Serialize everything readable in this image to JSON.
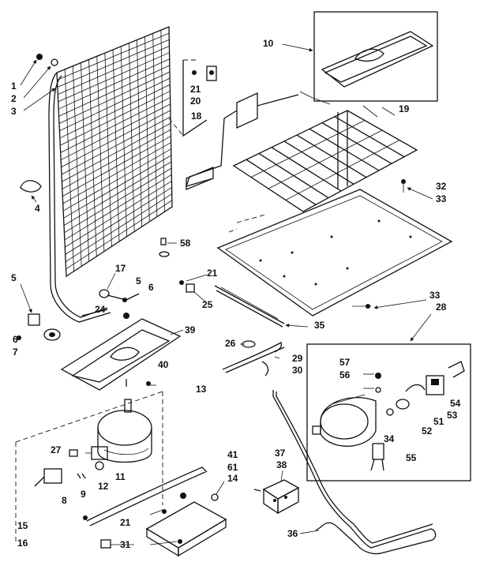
{
  "diagram": {
    "callouts": [
      {
        "key": "c1",
        "label": "1"
      },
      {
        "key": "c2",
        "label": "2"
      },
      {
        "key": "c3",
        "label": "3"
      },
      {
        "key": "c4",
        "label": "4"
      },
      {
        "key": "c5a",
        "label": "5"
      },
      {
        "key": "c5b",
        "label": "5"
      },
      {
        "key": "c6a",
        "label": "6"
      },
      {
        "key": "c6b",
        "label": "6"
      },
      {
        "key": "c7",
        "label": "7"
      },
      {
        "key": "c8",
        "label": "8"
      },
      {
        "key": "c9",
        "label": "9"
      },
      {
        "key": "c10",
        "label": "10"
      },
      {
        "key": "c11",
        "label": "11"
      },
      {
        "key": "c12",
        "label": "12"
      },
      {
        "key": "c13",
        "label": "13"
      },
      {
        "key": "c14",
        "label": "14"
      },
      {
        "key": "c15",
        "label": "15"
      },
      {
        "key": "c16",
        "label": "16"
      },
      {
        "key": "c17",
        "label": "17"
      },
      {
        "key": "c18",
        "label": "18"
      },
      {
        "key": "c19",
        "label": "19"
      },
      {
        "key": "c20",
        "label": "20"
      },
      {
        "key": "c21a",
        "label": "21"
      },
      {
        "key": "c21b",
        "label": "21"
      },
      {
        "key": "c21c",
        "label": "21"
      },
      {
        "key": "c24",
        "label": "24"
      },
      {
        "key": "c25",
        "label": "25"
      },
      {
        "key": "c26",
        "label": "26"
      },
      {
        "key": "c27",
        "label": "27"
      },
      {
        "key": "c28",
        "label": "28"
      },
      {
        "key": "c29",
        "label": "29"
      },
      {
        "key": "c30",
        "label": "30"
      },
      {
        "key": "c31",
        "label": "31"
      },
      {
        "key": "c32",
        "label": "32"
      },
      {
        "key": "c33a",
        "label": "33"
      },
      {
        "key": "c33b",
        "label": "33"
      },
      {
        "key": "c34",
        "label": "34"
      },
      {
        "key": "c35",
        "label": "35"
      },
      {
        "key": "c36",
        "label": "36"
      },
      {
        "key": "c37",
        "label": "37"
      },
      {
        "key": "c38",
        "label": "38"
      },
      {
        "key": "c39",
        "label": "39"
      },
      {
        "key": "c40",
        "label": "40"
      },
      {
        "key": "c41",
        "label": "41"
      },
      {
        "key": "c51",
        "label": "51"
      },
      {
        "key": "c52",
        "label": "52"
      },
      {
        "key": "c53",
        "label": "53"
      },
      {
        "key": "c54",
        "label": "54"
      },
      {
        "key": "c55",
        "label": "55"
      },
      {
        "key": "c56",
        "label": "56"
      },
      {
        "key": "c57",
        "label": "57"
      },
      {
        "key": "c58",
        "label": "58"
      },
      {
        "key": "c61",
        "label": "61"
      }
    ]
  }
}
